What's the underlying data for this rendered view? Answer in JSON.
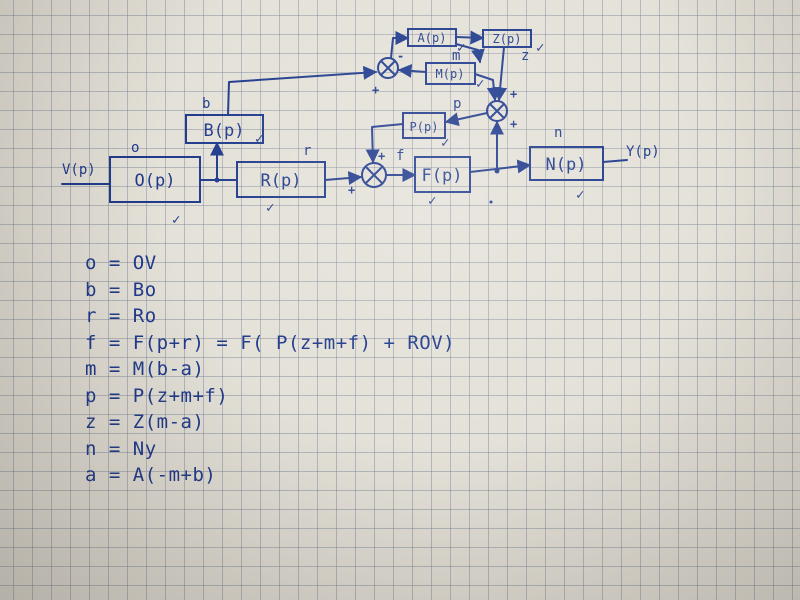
{
  "blocks": {
    "O": "O(p)",
    "B": "B(p)",
    "R": "R(p)",
    "F": "F(p)",
    "N": "N(p)",
    "P": "P(p)",
    "A": "A(p)",
    "Z": "Z(p)",
    "M": "M(p)"
  },
  "signals": {
    "input": "V(p)",
    "output": "Y(p)",
    "o": "o",
    "b": "b",
    "r": "r",
    "f": "f",
    "m": "m",
    "n": "n",
    "p": "p",
    "z": "z"
  },
  "signs": {
    "plus": "+",
    "minus": "-"
  },
  "tick_mark": "✓",
  "equations": [
    "o = OV",
    "b = Bo",
    "r = Ro",
    "f = F(p+r) = F( P(z+m+f) + ROV)",
    "m = M(b-a)",
    "p = P(z+m+f)",
    "z = Z(m-a)",
    "n = Ny",
    "a = A(-m+b)"
  ]
}
